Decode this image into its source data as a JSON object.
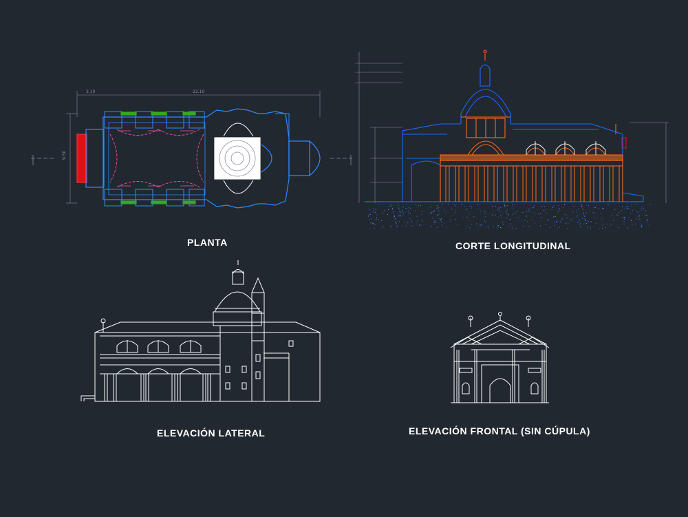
{
  "drawings": [
    {
      "id": "plan",
      "caption": "PLANTA"
    },
    {
      "id": "section",
      "caption": "CORTE LONGITUDINAL"
    },
    {
      "id": "side-elevation",
      "caption": "ELEVACIÓN LATERAL"
    },
    {
      "id": "front-elevation",
      "caption": "ELEVACIÓN FRONTAL (SIN CÚPULA)"
    }
  ],
  "colors": {
    "background": "#212830",
    "plan_walls": "#2e8bff",
    "plan_red": "#e0101a",
    "plan_green": "#3aa81e",
    "plan_pink": "#ff4da6",
    "section_orange": "#ff6a1a",
    "section_blue": "#1e6bff",
    "elevation_lines": "#ffffff"
  }
}
